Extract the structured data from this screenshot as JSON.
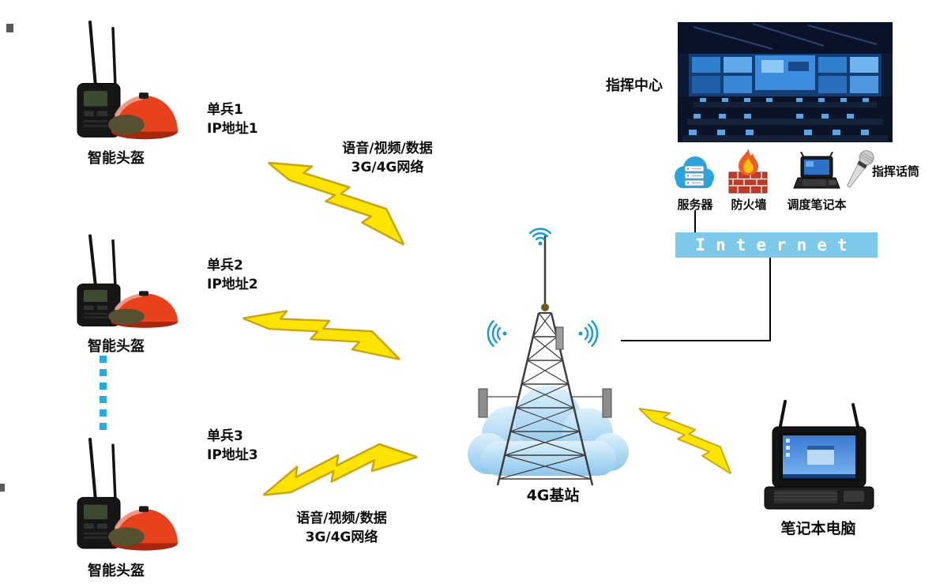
{
  "units": [
    {
      "device": "智能头盔",
      "soldier": "单兵1",
      "ip": "IP地址1"
    },
    {
      "device": "智能头盔",
      "soldier": "单兵2",
      "ip": "IP地址2"
    },
    {
      "device": "智能头盔",
      "soldier": "单兵3",
      "ip": "IP地址3"
    }
  ],
  "links": {
    "top": {
      "line1": "语音/视频/数据",
      "line2": "3G/4G网络"
    },
    "bottom": {
      "line1": "语音/视频/数据",
      "line2": "3G/4G网络"
    }
  },
  "base_station": {
    "label": "4G基站"
  },
  "command_center": {
    "label": "指挥中心",
    "server_label": "服务器",
    "firewall_label": "防火墙",
    "dispatch_laptop_label": "调度笔记本",
    "microphone_label": "指挥话筒",
    "internet_label": "Internet"
  },
  "field_laptop": {
    "label": "笔记本电脑"
  },
  "colors": {
    "lightning": "#ffe400",
    "lightning_outline": "#c9a30a",
    "internet_bar": "#7dc9ea",
    "wifi_blue": "#1b9cd8",
    "helmet_red": "#e8421c",
    "dotted_line_blue": "#29abe2",
    "cloud_blue": "#8cc6ec"
  }
}
